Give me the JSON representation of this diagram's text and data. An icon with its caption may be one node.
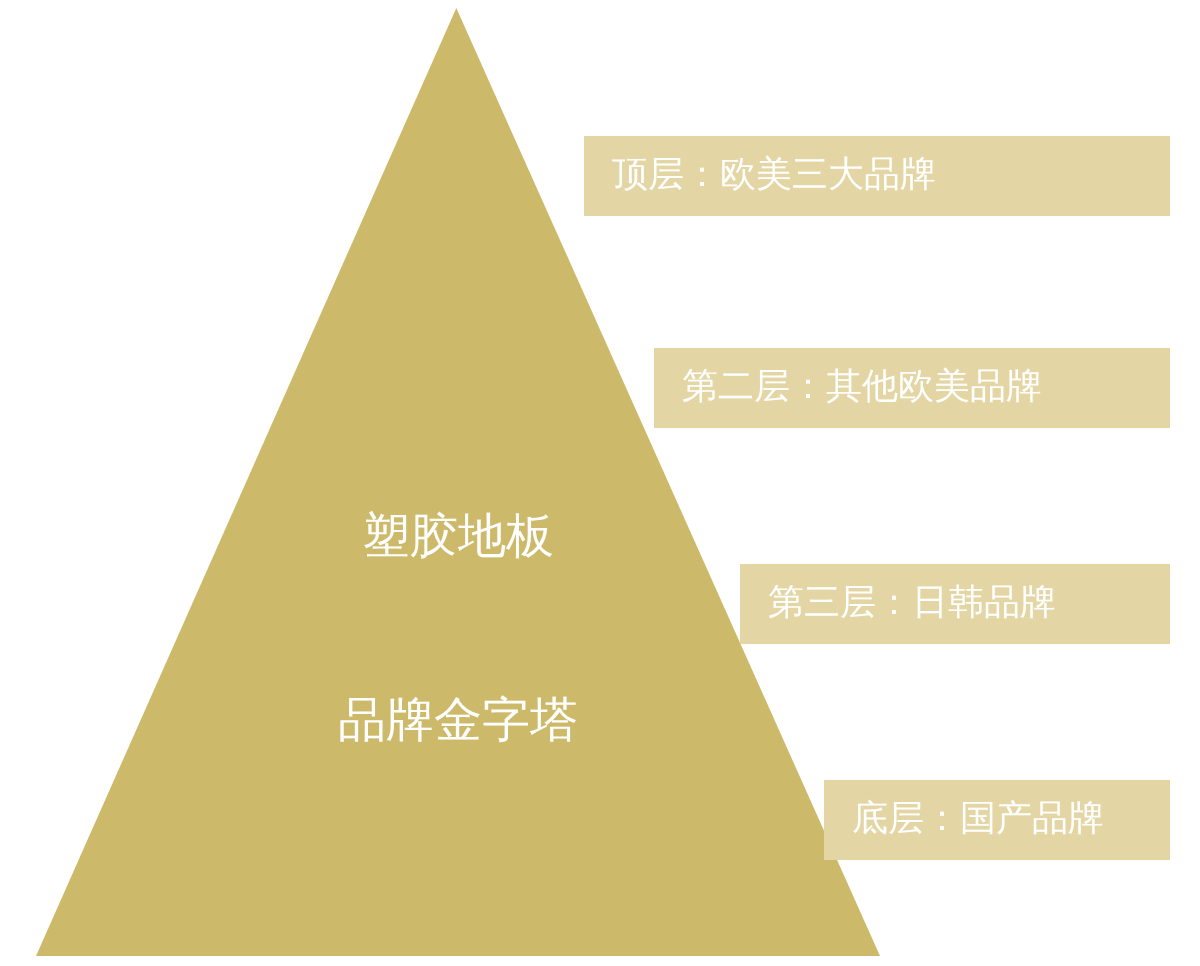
{
  "diagram": {
    "nodes": [
      {
        "text": [
          "塑胶地板",
          "品牌金字塔"
        ]
      },
      {
        "text": [
          "顶层：欧美三大品牌"
        ]
      },
      {
        "text": [
          "第二层：其他欧美品牌"
        ]
      },
      {
        "text": [
          "第三层：日韩品牌"
        ]
      },
      {
        "text": [
          "底层：国产品牌"
        ]
      }
    ]
  }
}
